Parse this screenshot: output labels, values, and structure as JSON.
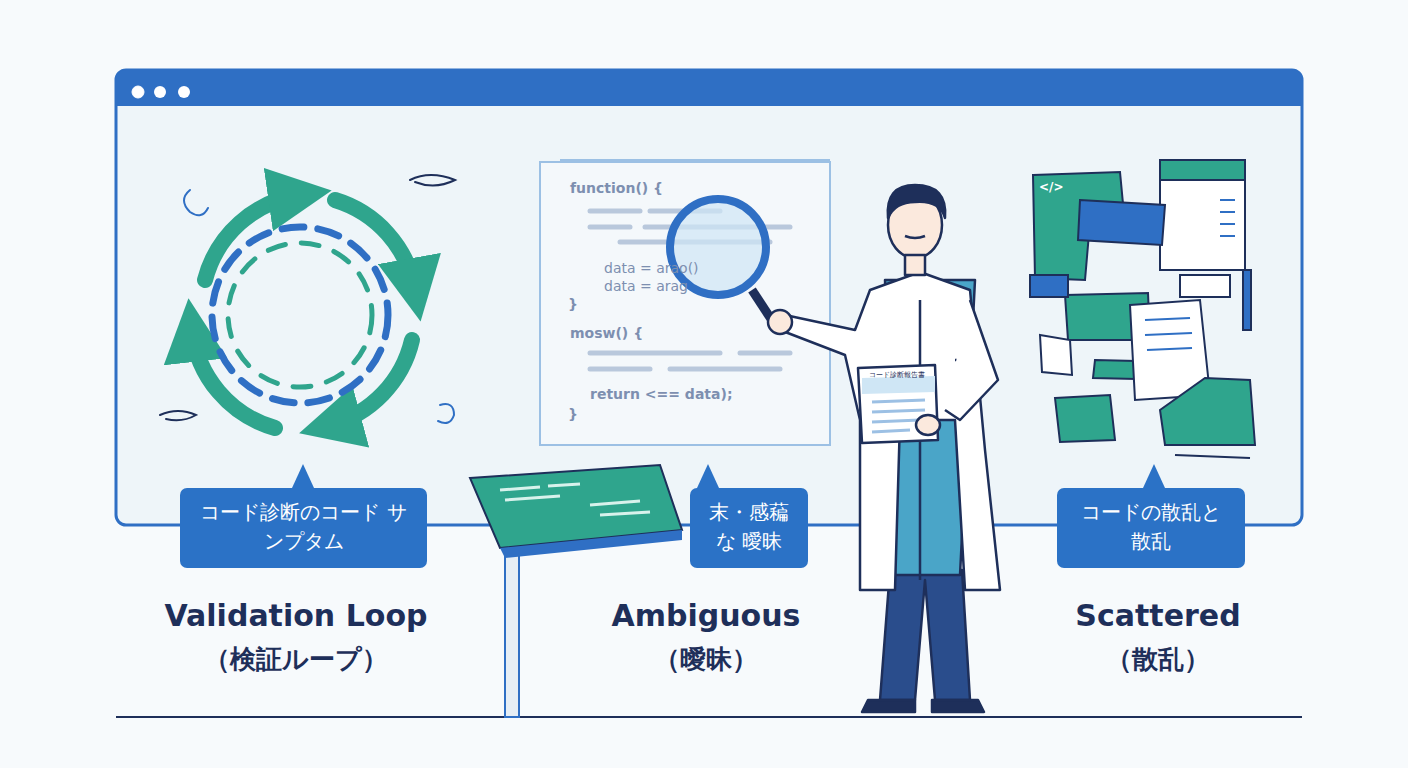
{
  "diagram": {
    "nodes": [
      {
        "text": [
          "コード診断のコード サンプタム"
        ]
      },
      {
        "text": [
          "末・感藊な 曖昧"
        ]
      },
      {
        "text": [
          "コードの散乱と 散乱"
        ]
      }
    ],
    "labels": [
      "Validation Loop",
      "（検証ループ）",
      "Ambiguous",
      "（曖昧）",
      "Scattered",
      "（散乱）",
      "function() {",
      "data = arao()",
      "data = arag",
      "}",
      "mosw() {",
      "return <== data);",
      "}",
      "コード診断報告書",
      "</>"
    ]
  }
}
